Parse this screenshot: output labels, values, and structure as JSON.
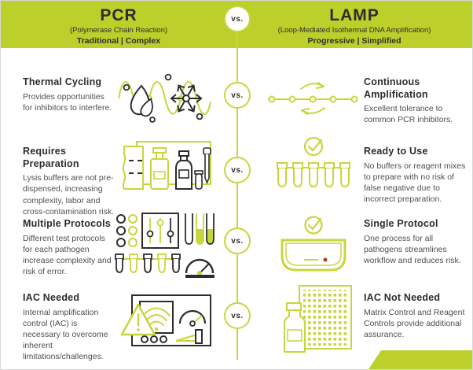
{
  "colors": {
    "band_green": "#bdcf2b",
    "accent_green": "#c7d63e",
    "icon_dark": "#2d2d2d",
    "text_dark": "#2d2d2d",
    "text_gray": "#4f4f4f",
    "indicator_red": "#b03a2e"
  },
  "header": {
    "left": {
      "title": "PCR",
      "subtitle": "(Polymerase Chain Reaction)",
      "tagline": "Traditional | Complex"
    },
    "vs": "vs.",
    "right": {
      "title": "LAMP",
      "subtitle": "(Loop-Mediated Isothermal DNA Amplification)",
      "tagline": "Progressive | Simplified"
    }
  },
  "rows": [
    {
      "vs": "vs.",
      "left": {
        "title": "Thermal Cycling",
        "description": "Provides opportunities for inhibitors to interfere.",
        "icon": "flame-snowflake-thermal-wave-icon"
      },
      "right": {
        "title": "Continuous Amplification",
        "description": "Excellent tolerance to common PCR inhibitors.",
        "icon": "continuous-line-cycle-arrows-icon"
      }
    },
    {
      "vs": "vs.",
      "left": {
        "title": "Requires Preparation",
        "description": "Lysis buffers are not pre-dispensed, increasing complexity, labor and cross-contamination risk.",
        "icon": "reagent-bottles-dropper-icon"
      },
      "right": {
        "title": "Ready to Use",
        "description": "No buffers or reagent mixes to prepare with no risk of false negative due to incorrect preparation.",
        "icon": "checkmark-tube-strip-icon"
      }
    },
    {
      "vs": "vs.",
      "left": {
        "title": "Multiple Protocols",
        "description": "Different test protocols for each pathogen increase complexity and risk of error.",
        "icon": "protocols-sliders-tubes-gauge-icon"
      },
      "right": {
        "title": "Single Protocol",
        "description": "One process for all pathogens streamlines workflow and reduces risk.",
        "icon": "checkmark-cartridge-icon"
      }
    },
    {
      "vs": "vs.",
      "left": {
        "title": "IAC Needed",
        "description": "Internal amplification control (IAC) is necessary to overcome inherent limitations/challenges.",
        "icon": "control-panel-warning-icon"
      },
      "right": {
        "title": "IAC Not Needed",
        "description": "Matrix Control and Reagent Controls provide additional assurance.",
        "icon": "microplate-reagent-bottle-icon"
      }
    }
  ]
}
